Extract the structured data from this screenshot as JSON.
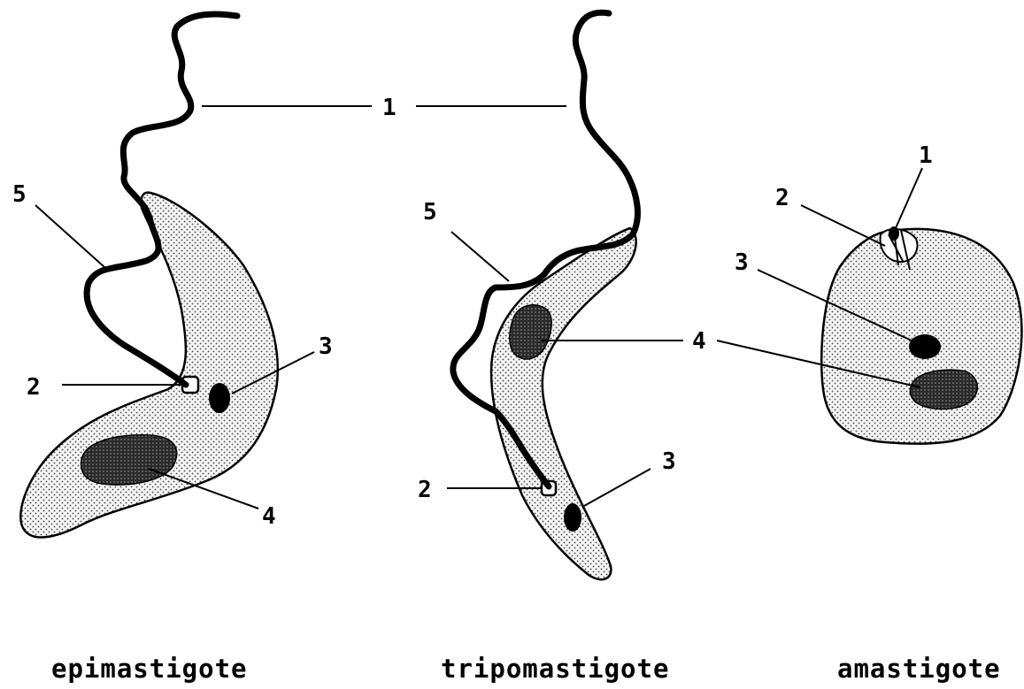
{
  "figure": {
    "cells": [
      {
        "id": "epimastigote",
        "caption": "epimastigote",
        "labels": [
          "1",
          "2",
          "3",
          "4",
          "5"
        ]
      },
      {
        "id": "tripomastigote",
        "caption": "tripomastigote",
        "labels": [
          "2",
          "3",
          "4",
          "5"
        ]
      },
      {
        "id": "amastigote",
        "caption": "amastigote",
        "labels": [
          "1",
          "2",
          "3",
          "4"
        ]
      }
    ]
  }
}
